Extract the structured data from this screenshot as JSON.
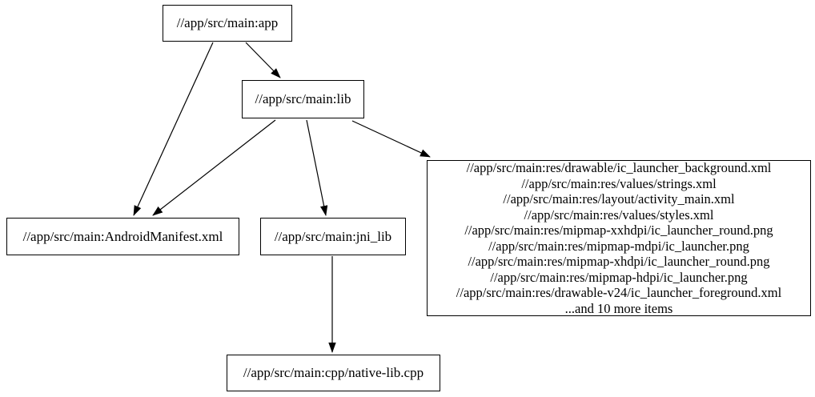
{
  "diagram": {
    "type": "dependency-graph",
    "background_color": "#ffffff",
    "stroke_color": "#000000",
    "nodes": {
      "app": {
        "label": "//app/src/main:app"
      },
      "lib": {
        "label": "//app/src/main:lib"
      },
      "manifest": {
        "label": "//app/src/main:AndroidManifest.xml"
      },
      "jni_lib": {
        "label": "//app/src/main:jni_lib"
      },
      "res_group": {
        "lines": [
          "//app/src/main:res/drawable/ic_launcher_background.xml",
          "//app/src/main:res/values/strings.xml",
          "//app/src/main:res/layout/activity_main.xml",
          "//app/src/main:res/values/styles.xml",
          "//app/src/main:res/mipmap-xxhdpi/ic_launcher_round.png",
          "//app/src/main:res/mipmap-mdpi/ic_launcher.png",
          "//app/src/main:res/mipmap-xhdpi/ic_launcher_round.png",
          "//app/src/main:res/mipmap-hdpi/ic_launcher.png",
          "//app/src/main:res/drawable-v24/ic_launcher_foreground.xml",
          "...and 10 more items"
        ]
      },
      "native_lib": {
        "label": "//app/src/main:cpp/native-lib.cpp"
      }
    },
    "edges": [
      {
        "from": "app",
        "to": "lib"
      },
      {
        "from": "app",
        "to": "manifest"
      },
      {
        "from": "lib",
        "to": "manifest"
      },
      {
        "from": "lib",
        "to": "jni_lib"
      },
      {
        "from": "lib",
        "to": "res_group"
      },
      {
        "from": "jni_lib",
        "to": "native_lib"
      }
    ]
  }
}
